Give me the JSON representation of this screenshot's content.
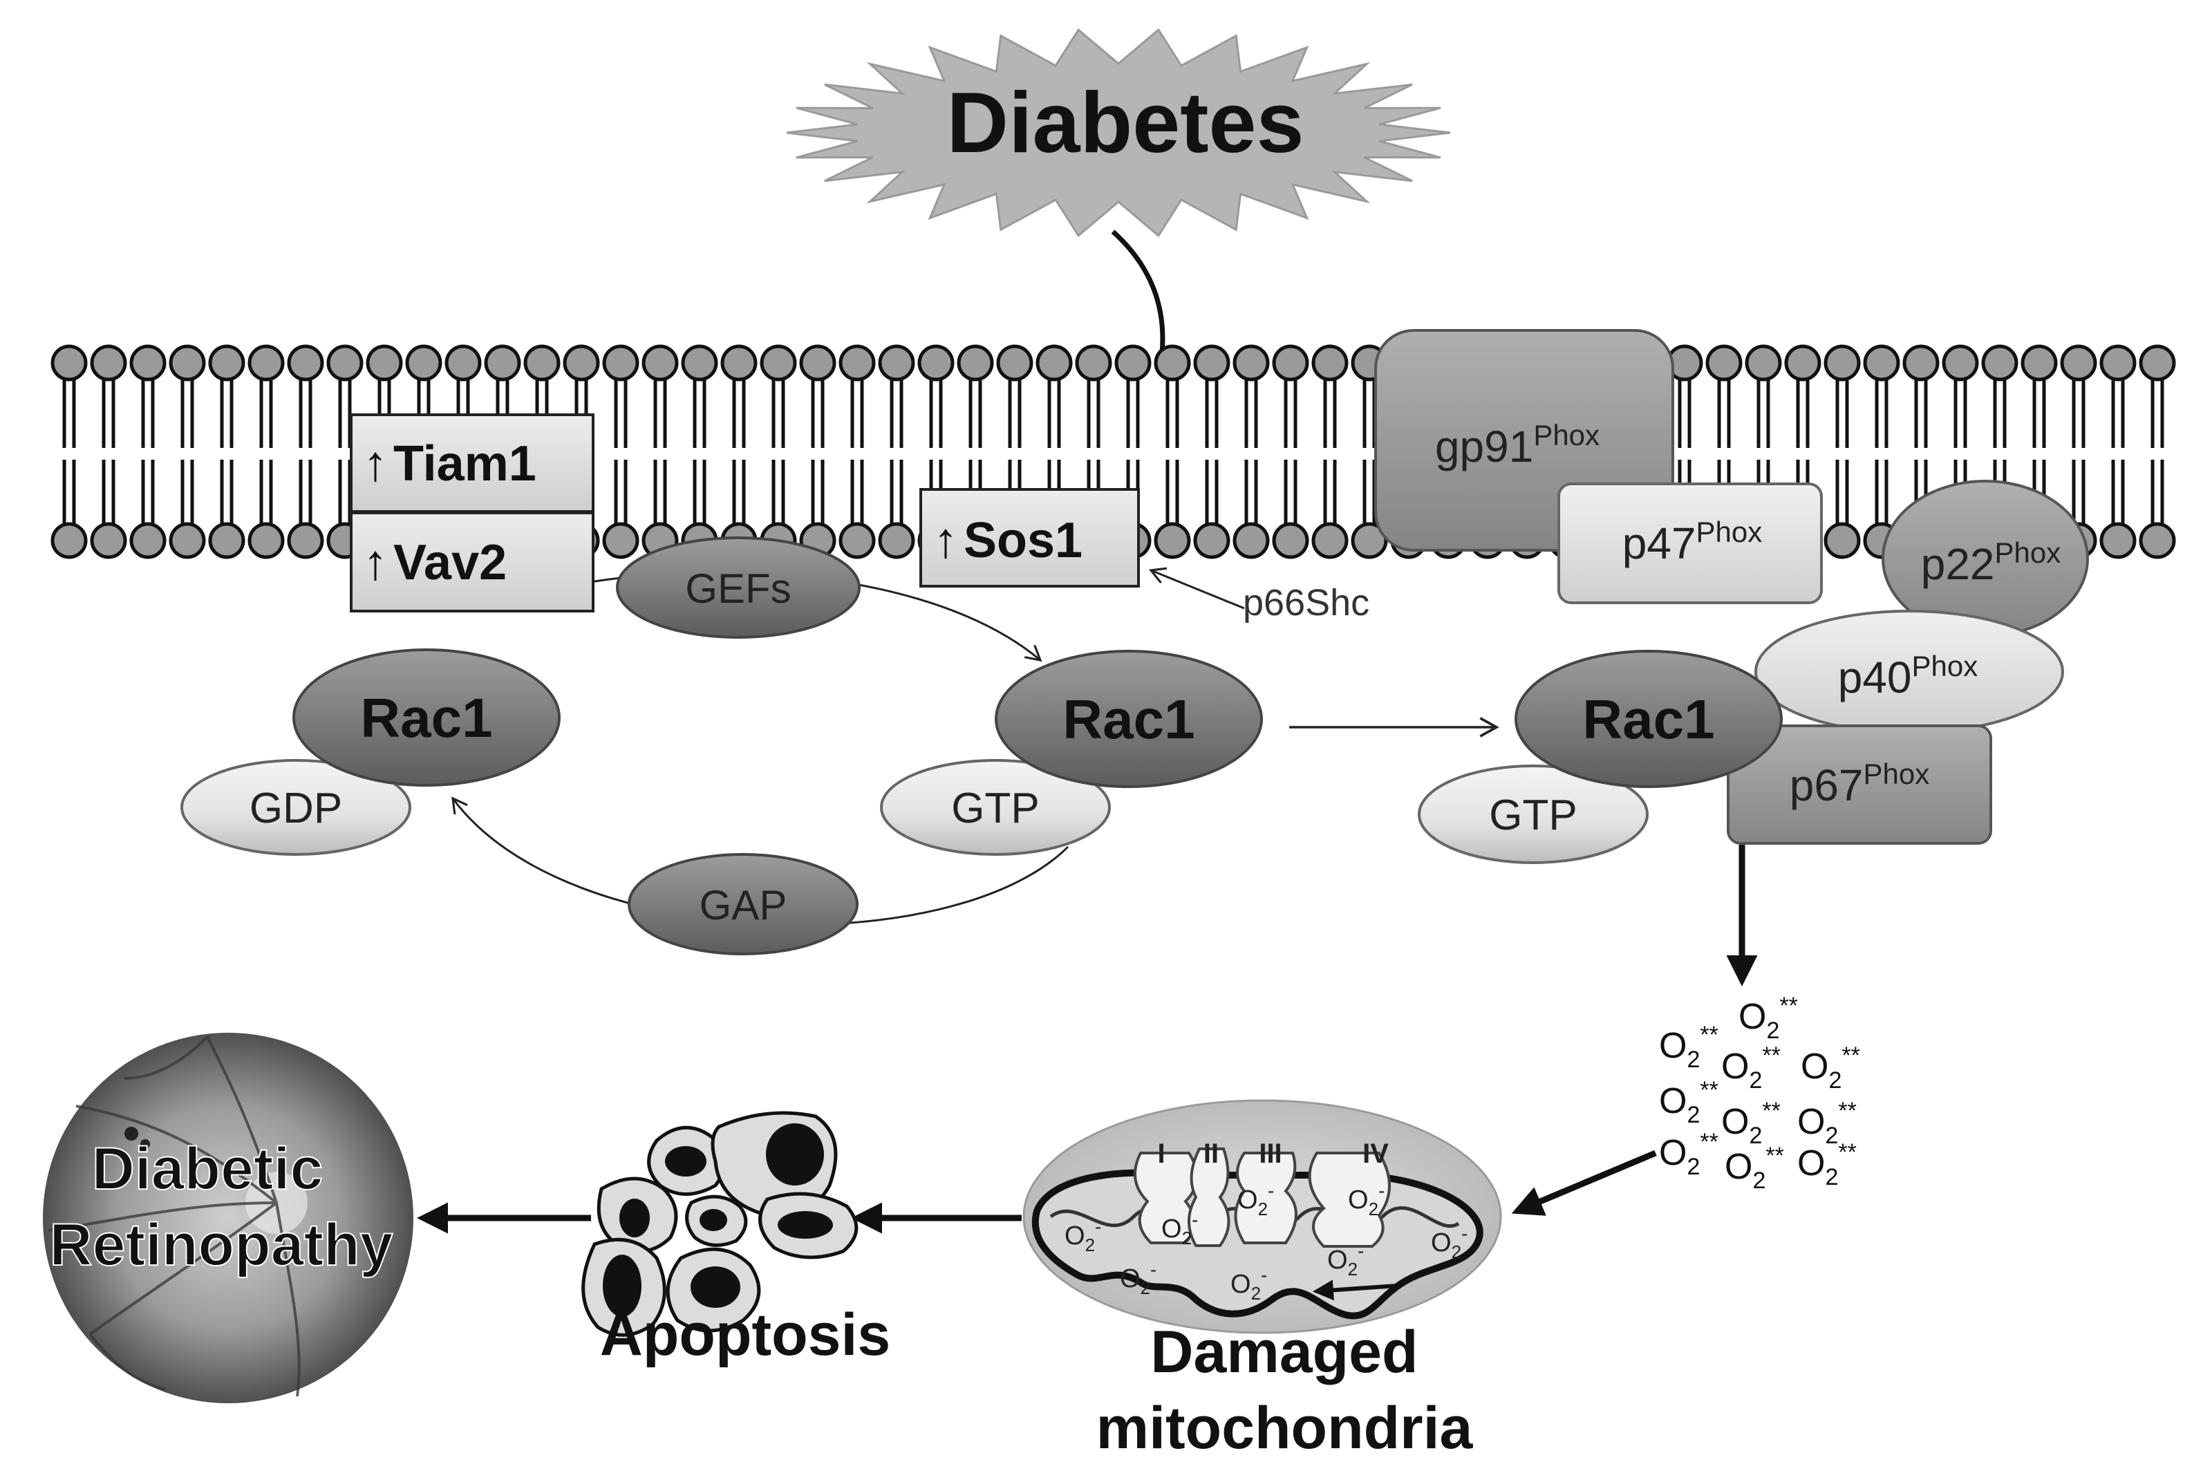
{
  "diagram": {
    "title": "Diabetes",
    "rac1_label": "Rac1",
    "gdp_label": "GDP",
    "gtp_label": "GTP",
    "gefs_label": "GEFs",
    "gap_label": "GAP",
    "up_arrow": "↑",
    "tiam1_label": "Tiam1",
    "vav2_label": "Vav2",
    "sos1_label": "Sos1",
    "p66shc_label": "p66Shc",
    "phox_sup": "Phox",
    "gp91_label": "gp91",
    "p47_label": "p47",
    "p22_label": "p22",
    "p40_label": "p40",
    "p67_label": "p67",
    "o2_label": "O",
    "o2_sub": "2",
    "o2_sup": "**",
    "o2_minus": "-",
    "complex_labels": [
      "I",
      "II",
      "III",
      "IV"
    ],
    "mito_label_line1": "Damaged",
    "mito_label_line2": "mitochondria",
    "apoptosis_label": "Apoptosis",
    "dr_label_line1": "Diabetic",
    "dr_label_line2": "Retinopathy"
  },
  "colors": {
    "background": "#ffffff",
    "membrane": "#111111",
    "head_fill": "#9a9a9a",
    "dark_oval": "#7a7a7a",
    "light_oval": "#e4e4e4",
    "box_fill": "#d9d9d9",
    "phox_dark": "#8a8a8a",
    "phox_light": "#dcdcdc",
    "starburst": "#b5b5b5",
    "text": "#111111"
  }
}
